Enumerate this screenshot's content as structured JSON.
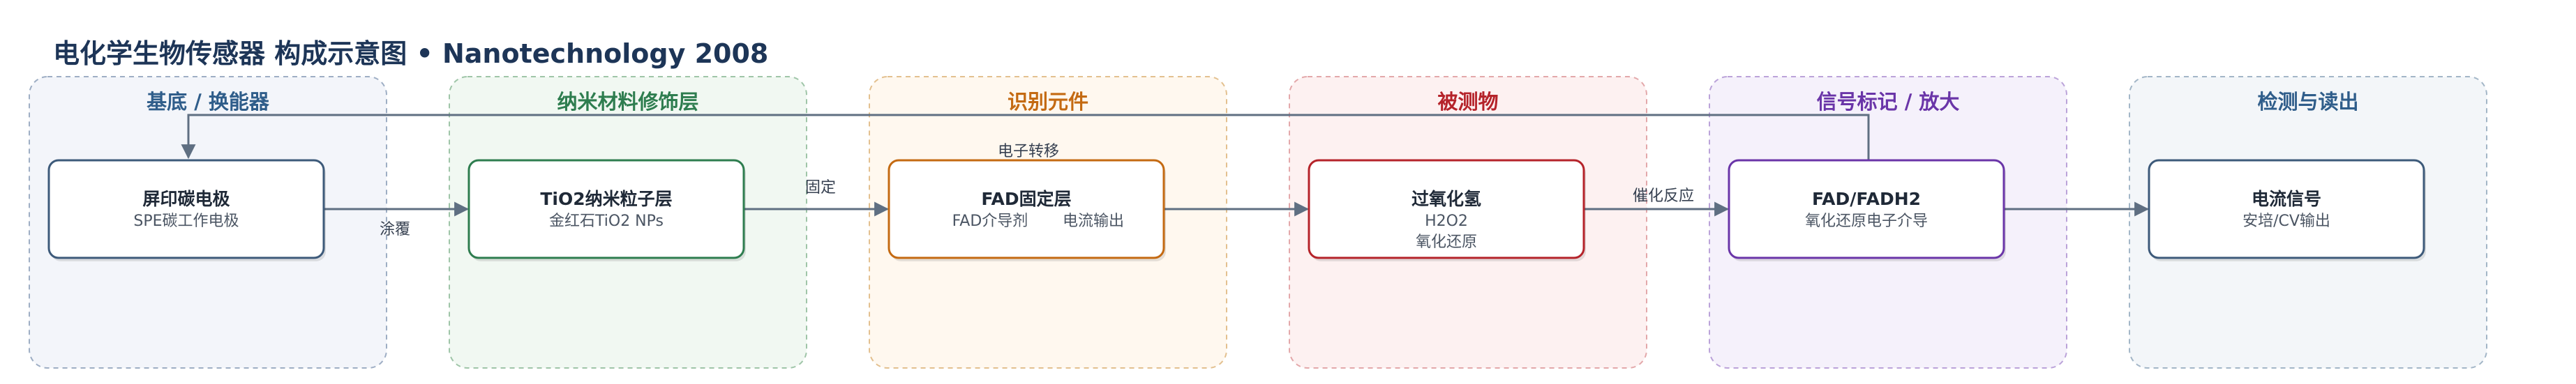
{
  "title": "电化学生物传感器 构成示意图 • Nanotechnology 2008",
  "lanes": [
    {
      "label": "基底 / 换能器",
      "color": "#2f5d8a",
      "fill": "#f3f5fa",
      "border": "#9eaec4"
    },
    {
      "label": "纳米材料修饰层",
      "color": "#2e7d4f",
      "fill": "#f1f8f2",
      "border": "#9fc5a8"
    },
    {
      "label": "识别元件",
      "color": "#c46a12",
      "fill": "#fff8ef",
      "border": "#e3c08f"
    },
    {
      "label": "被测物",
      "color": "#b5232a",
      "fill": "#fdf1f1",
      "border": "#e3a8aa"
    },
    {
      "label": "信号标记 / 放大",
      "color": "#6a35a8",
      "fill": "#f5f1fb",
      "border": "#bba3d9"
    },
    {
      "label": "检测与读出",
      "color": "#2f5d8a",
      "fill": "#f3f6f9",
      "border": "#a3b6c7"
    }
  ],
  "nodes": [
    {
      "title": "屏印碳电极",
      "sub": [
        "SPE碳工作电极"
      ],
      "color": "#3d5a7a"
    },
    {
      "title": "TiO2纳米粒子层",
      "sub": [
        "金红石TiO2 NPs"
      ],
      "color": "#2e7d4f"
    },
    {
      "title": "FAD固定层",
      "sub": [
        "FAD介导剂",
        "电流输出"
      ],
      "color": "#c46a12"
    },
    {
      "title": "过氧化氢",
      "sub": [
        "H2O2",
        "氧化还原"
      ],
      "color": "#b5232a"
    },
    {
      "title": "FAD/FADH2",
      "sub": [
        "氧化还原电子介导"
      ],
      "color": "#6a35a8"
    },
    {
      "title": "电流信号",
      "sub": [
        "安培/CV输出"
      ],
      "color": "#3d5a7a"
    }
  ],
  "edges": [
    {
      "label": "涂覆"
    },
    {
      "label": "固定"
    },
    {
      "label": ""
    },
    {
      "label": "催化反应"
    },
    {
      "label": ""
    }
  ],
  "feedback_edge": {
    "label": "电子转移"
  },
  "colors": {
    "edge": "#5f6f82",
    "title": "#1d3557"
  }
}
